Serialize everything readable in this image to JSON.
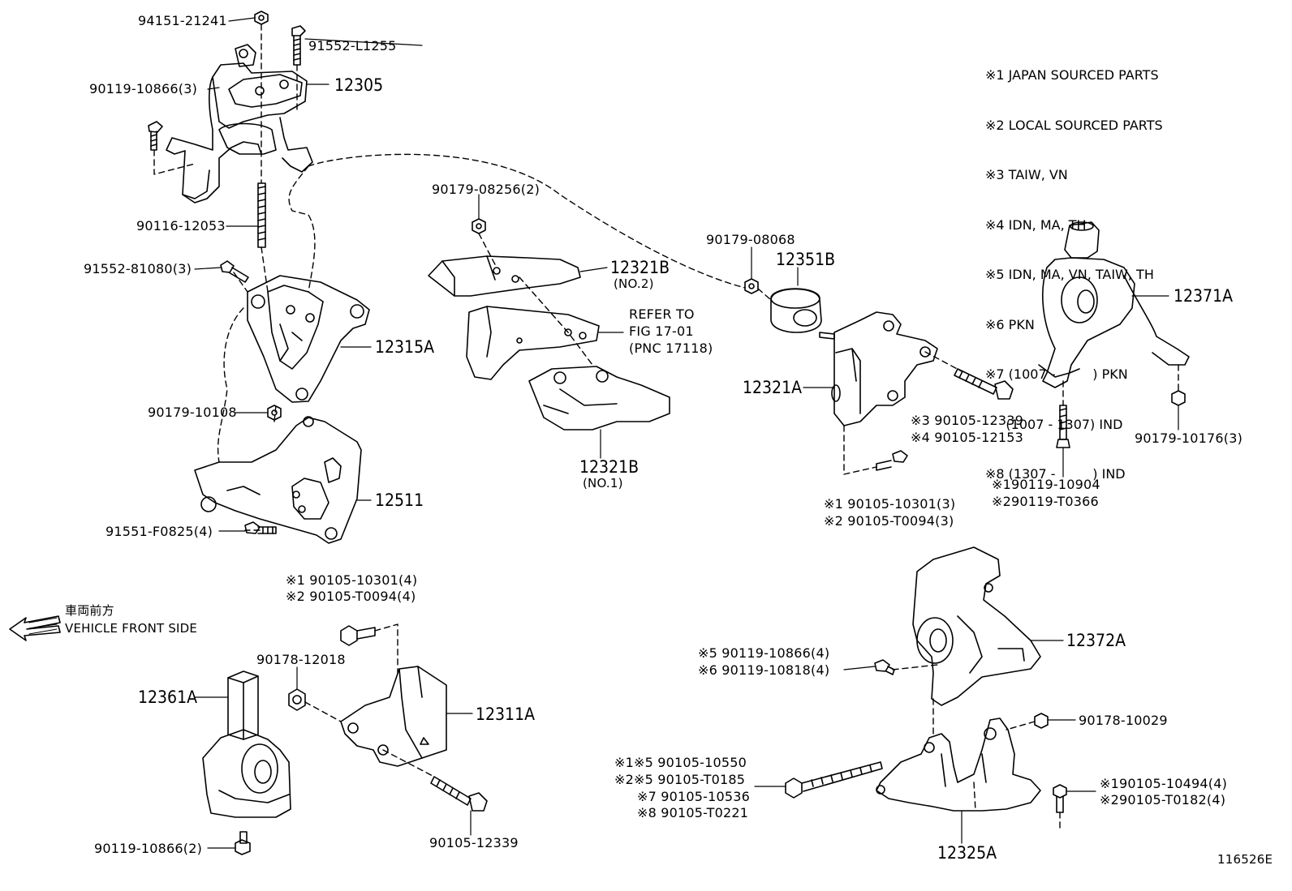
{
  "notes": [
    "※1 JAPAN SOURCED PARTS",
    "※2 LOCAL SOURCED PARTS",
    "※3 TAIW, VN",
    "※4 IDN, MA, TH",
    "※5 IDN, MA, VN, TAIW, TH",
    "※6 PKN",
    "※7 (1007 -         ) PKN",
    "     (1007 - 1307) IND",
    "※8 (1307 -         ) IND"
  ],
  "labels": {
    "p94151": "94151-21241",
    "p91552a": "91552-L1255",
    "p90119a": "90119-10866(3)",
    "p12305": "12305",
    "p90116": "90116-12053",
    "p91552b": "91552-81080(3)",
    "p12315A": "12315A",
    "p90179a": "90179-10108",
    "p12511": "12511",
    "p91551": "91551-F0825(4)",
    "p90179b": "90179-08256(2)",
    "p12321B2": "12321B",
    "p12321B2sub": "(NO.2)",
    "refer1": "REFER TO",
    "refer2": "FIG 17-01",
    "refer3": "(PNC 17118)",
    "p12321B1": "12321B",
    "p12321B1sub": "(NO.1)",
    "p90179c": "90179-08068",
    "p12351B": "12351B",
    "p12321A": "12321A",
    "p90105_3": "※3  90105-12339",
    "p90105_4": "※4  90105-12153",
    "p90105_1": "※1  90105-10301(3)",
    "p90105_2": "※2  90105-T0094(3)",
    "p12371A": "12371A",
    "p90179d": "90179-10176(3)",
    "p90119b1": "※190119-10904",
    "p90119b2": "※290119-T0366",
    "front_jp": "車両前方",
    "front_en": "VEHICLE FRONT SIDE",
    "p90105c1": "※1  90105-10301(4)",
    "p90105c2": "※2  90105-T0094(4)",
    "p90178a": "90178-12018",
    "p12361A": "12361A",
    "p12311A": "12311A",
    "p90119c": "90119-10866(2)",
    "p90105d": "90105-12339",
    "p12372A": "12372A",
    "p90119d5": "※5  90119-10866(4)",
    "p90119d6": "※6  90119-10818(4)",
    "p90178b": "90178-10029",
    "p90105e1": "※1※5 90105-10550",
    "p90105e2": "※2※5 90105-T0185",
    "p90105e7": "※7 90105-10536",
    "p90105e8": "※8 90105-T0221",
    "p90105f1": "※190105-10494(4)",
    "p90105f2": "※290105-T0182(4)",
    "p12325A": "12325A",
    "figno": "116526E"
  }
}
